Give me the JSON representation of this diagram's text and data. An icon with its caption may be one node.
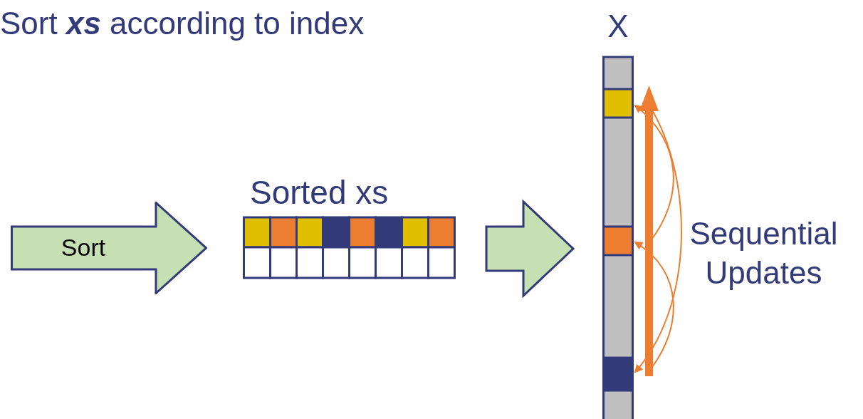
{
  "diagram": {
    "title": "Sort **xs** according to index",
    "nodes": [
      {
        "text": [
          "Sort"
        ]
      },
      {
        "text": [
          "Sorted xs"
        ]
      },
      {
        "text": [
          "X"
        ]
      }
    ],
    "edges": [
      {
        "from": 1,
        "to": 2,
        "arrow": "to"
      }
    ],
    "labels": [
      "Sequential Updates"
    ]
  }
}
